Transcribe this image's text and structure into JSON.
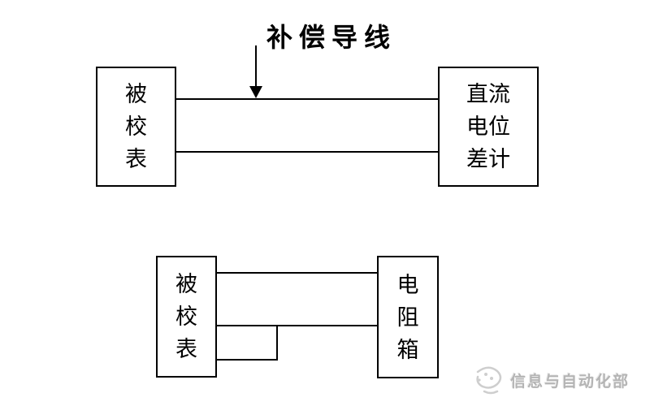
{
  "title": {
    "text": "补偿导线"
  },
  "diagram_top": {
    "left_box": {
      "label": "被校表",
      "lines": [
        "被",
        "校",
        "表"
      ]
    },
    "right_box": {
      "label": "直流电位差计",
      "lines": [
        "直流",
        "电位",
        "差计"
      ]
    }
  },
  "diagram_bottom": {
    "left_box": {
      "label": "被校表",
      "lines": [
        "被",
        "校",
        "表"
      ]
    },
    "right_box": {
      "label": "电阻箱",
      "lines": [
        "电",
        "阻",
        "箱"
      ]
    }
  },
  "watermark": {
    "text": "信息与自动化部"
  },
  "colors": {
    "line": "#000000",
    "text": "#000000",
    "watermark": "#b4b4b4",
    "background": "#ffffff"
  }
}
